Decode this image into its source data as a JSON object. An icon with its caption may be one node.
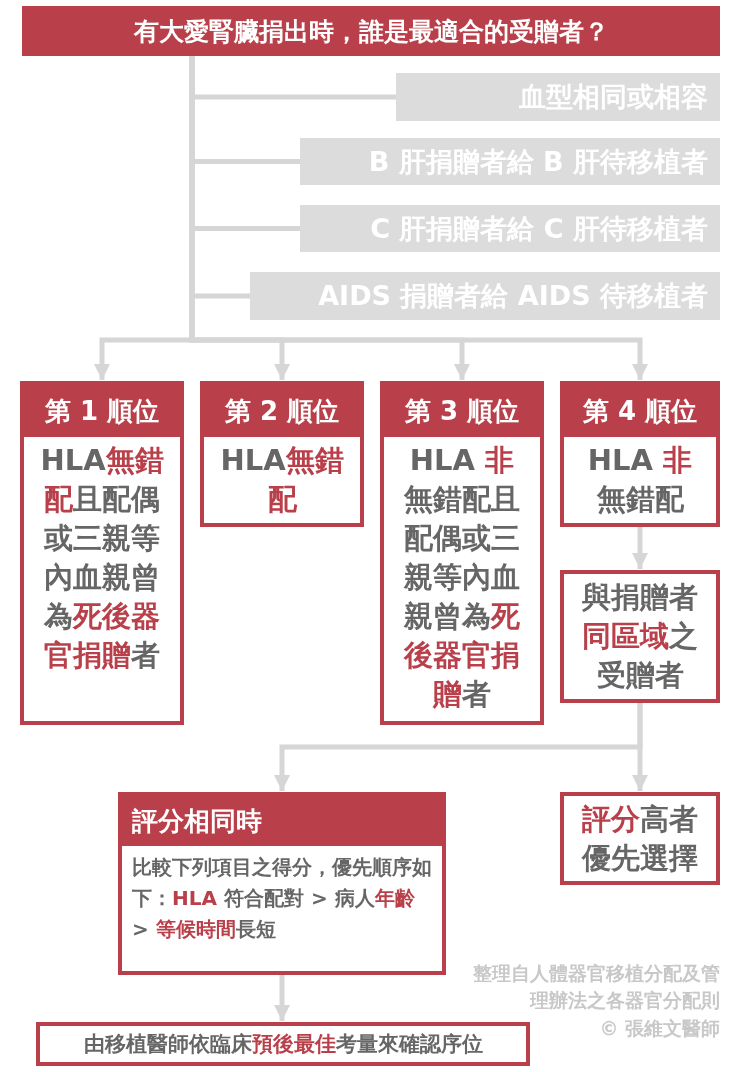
{
  "diagram": {
    "nodes": [
      {
        "text": [
          "有大愛腎臟捐出時，誰是最適合的受贈者？"
        ]
      },
      {
        "text": [
          "血型相同或相容"
        ]
      },
      {
        "text": [
          "B 肝捐贈者給 B 肝待移植者"
        ]
      },
      {
        "text": [
          "C 肝捐贈者給 C 肝待移植者"
        ]
      },
      {
        "text": [
          "AIDS 捐贈者給 AIDS 待移植者"
        ]
      },
      {
        "text": [
          "第 1 順位",
          "HLA**無錯配**且配偶或三親等內血親曾為**死後器官捐贈**者"
        ]
      },
      {
        "text": [
          "第 2 順位",
          "HLA**無錯配**"
        ]
      },
      {
        "text": [
          "第 3 順位",
          "HLA **非**無錯配且配偶或三親等內血親曾為**死後器官捐贈**者"
        ]
      },
      {
        "text": [
          "第 4 順位",
          "HLA **非**無錯配"
        ]
      },
      {
        "text": [
          "與捐贈者**同區域**之受贈者"
        ]
      },
      {
        "text": [
          "評分相同時",
          "比較下列項目之得分，優先順序如下：**HLA** 符合配對 > 病人**年齡** > **等候時間**長短"
        ]
      },
      {
        "text": [
          "**評分**高者優先選擇"
        ]
      },
      {
        "text": [
          "由移植醫師依臨床**預後最佳**考量來確認序位"
        ]
      }
    ],
    "edges": [
      {
        "from": 0,
        "to": 1,
        "arrow": "none"
      },
      {
        "from": 0,
        "to": 2,
        "arrow": "none"
      },
      {
        "from": 0,
        "to": 3,
        "arrow": "none"
      },
      {
        "from": 0,
        "to": 4,
        "arrow": "none"
      },
      {
        "from": 0,
        "to": 5,
        "arrow": "to"
      },
      {
        "from": 0,
        "to": 6,
        "arrow": "to"
      },
      {
        "from": 0,
        "to": 7,
        "arrow": "to"
      },
      {
        "from": 0,
        "to": 8,
        "arrow": "to"
      },
      {
        "from": 8,
        "to": 9,
        "arrow": "to"
      },
      {
        "from": 9,
        "to": 10,
        "arrow": "to"
      },
      {
        "from": 9,
        "to": 11,
        "arrow": "to"
      },
      {
        "from": 10,
        "to": 12,
        "arrow": "to"
      }
    ],
    "labels": [
      "整理自人體器官移植分配及管理辦法之各器官分配則",
      "© 張維文醫師"
    ]
  }
}
